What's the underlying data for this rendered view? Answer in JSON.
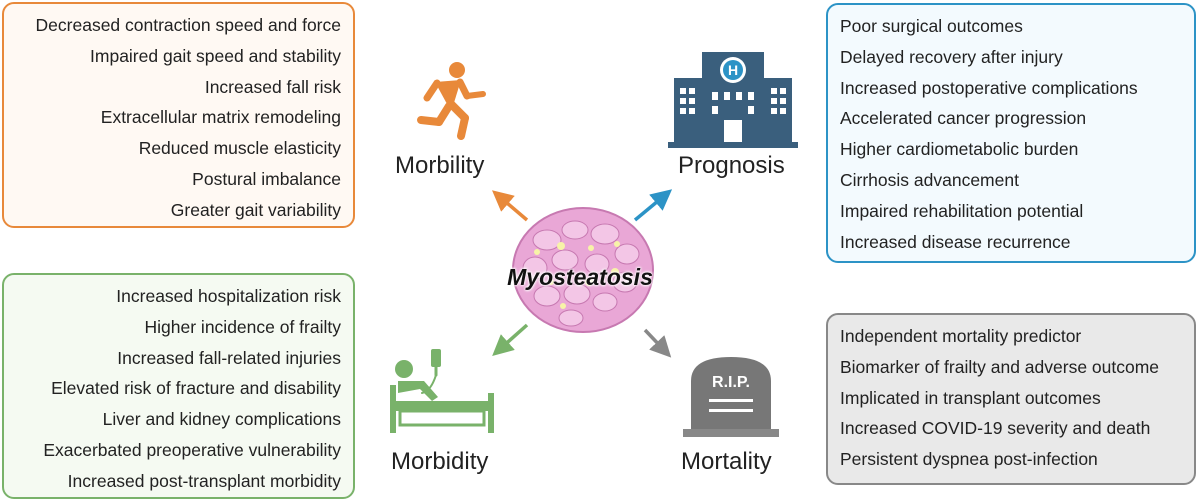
{
  "center": {
    "title": "Myosteatosis"
  },
  "morbility": {
    "label": "Morbility",
    "color": "#e8893a",
    "icon": "running-person-icon",
    "items": [
      "Decreased contraction speed and force",
      "Impaired gait speed and stability",
      "Increased fall risk",
      "Extracellular matrix remodeling",
      "Reduced muscle elasticity",
      "Postural imbalance",
      "Greater gait variability"
    ]
  },
  "prognosis": {
    "label": "Prognosis",
    "color": "#2c93c6",
    "icon": "hospital-icon",
    "items": [
      "Poor surgical outcomes",
      "Delayed recovery after injury",
      "Increased postoperative complications",
      "Accelerated cancer progression",
      "Higher cardiometabolic burden",
      "Cirrhosis advancement",
      "Impaired rehabilitation potential",
      "Increased disease recurrence"
    ]
  },
  "morbidity": {
    "label": "Morbidity",
    "color": "#79b26a",
    "icon": "hospital-bed-patient-icon",
    "items": [
      "Increased hospitalization risk",
      "Higher incidence of frailty",
      "Increased fall-related injuries",
      "Elevated risk of fracture and disability",
      "Liver and kidney complications",
      "Exacerbated preoperative vulnerability",
      "Increased post-transplant morbidity"
    ]
  },
  "mortality": {
    "label": "Mortality",
    "color": "#888888",
    "icon": "tombstone-icon",
    "tombstone_text": "R.I.P.",
    "items": [
      "Independent mortality predictor",
      "Biomarker of frailty and adverse outcome",
      "Implicated in transplant outcomes",
      "Increased COVID-19 severity and death",
      "Persistent dyspnea post-infection"
    ]
  }
}
